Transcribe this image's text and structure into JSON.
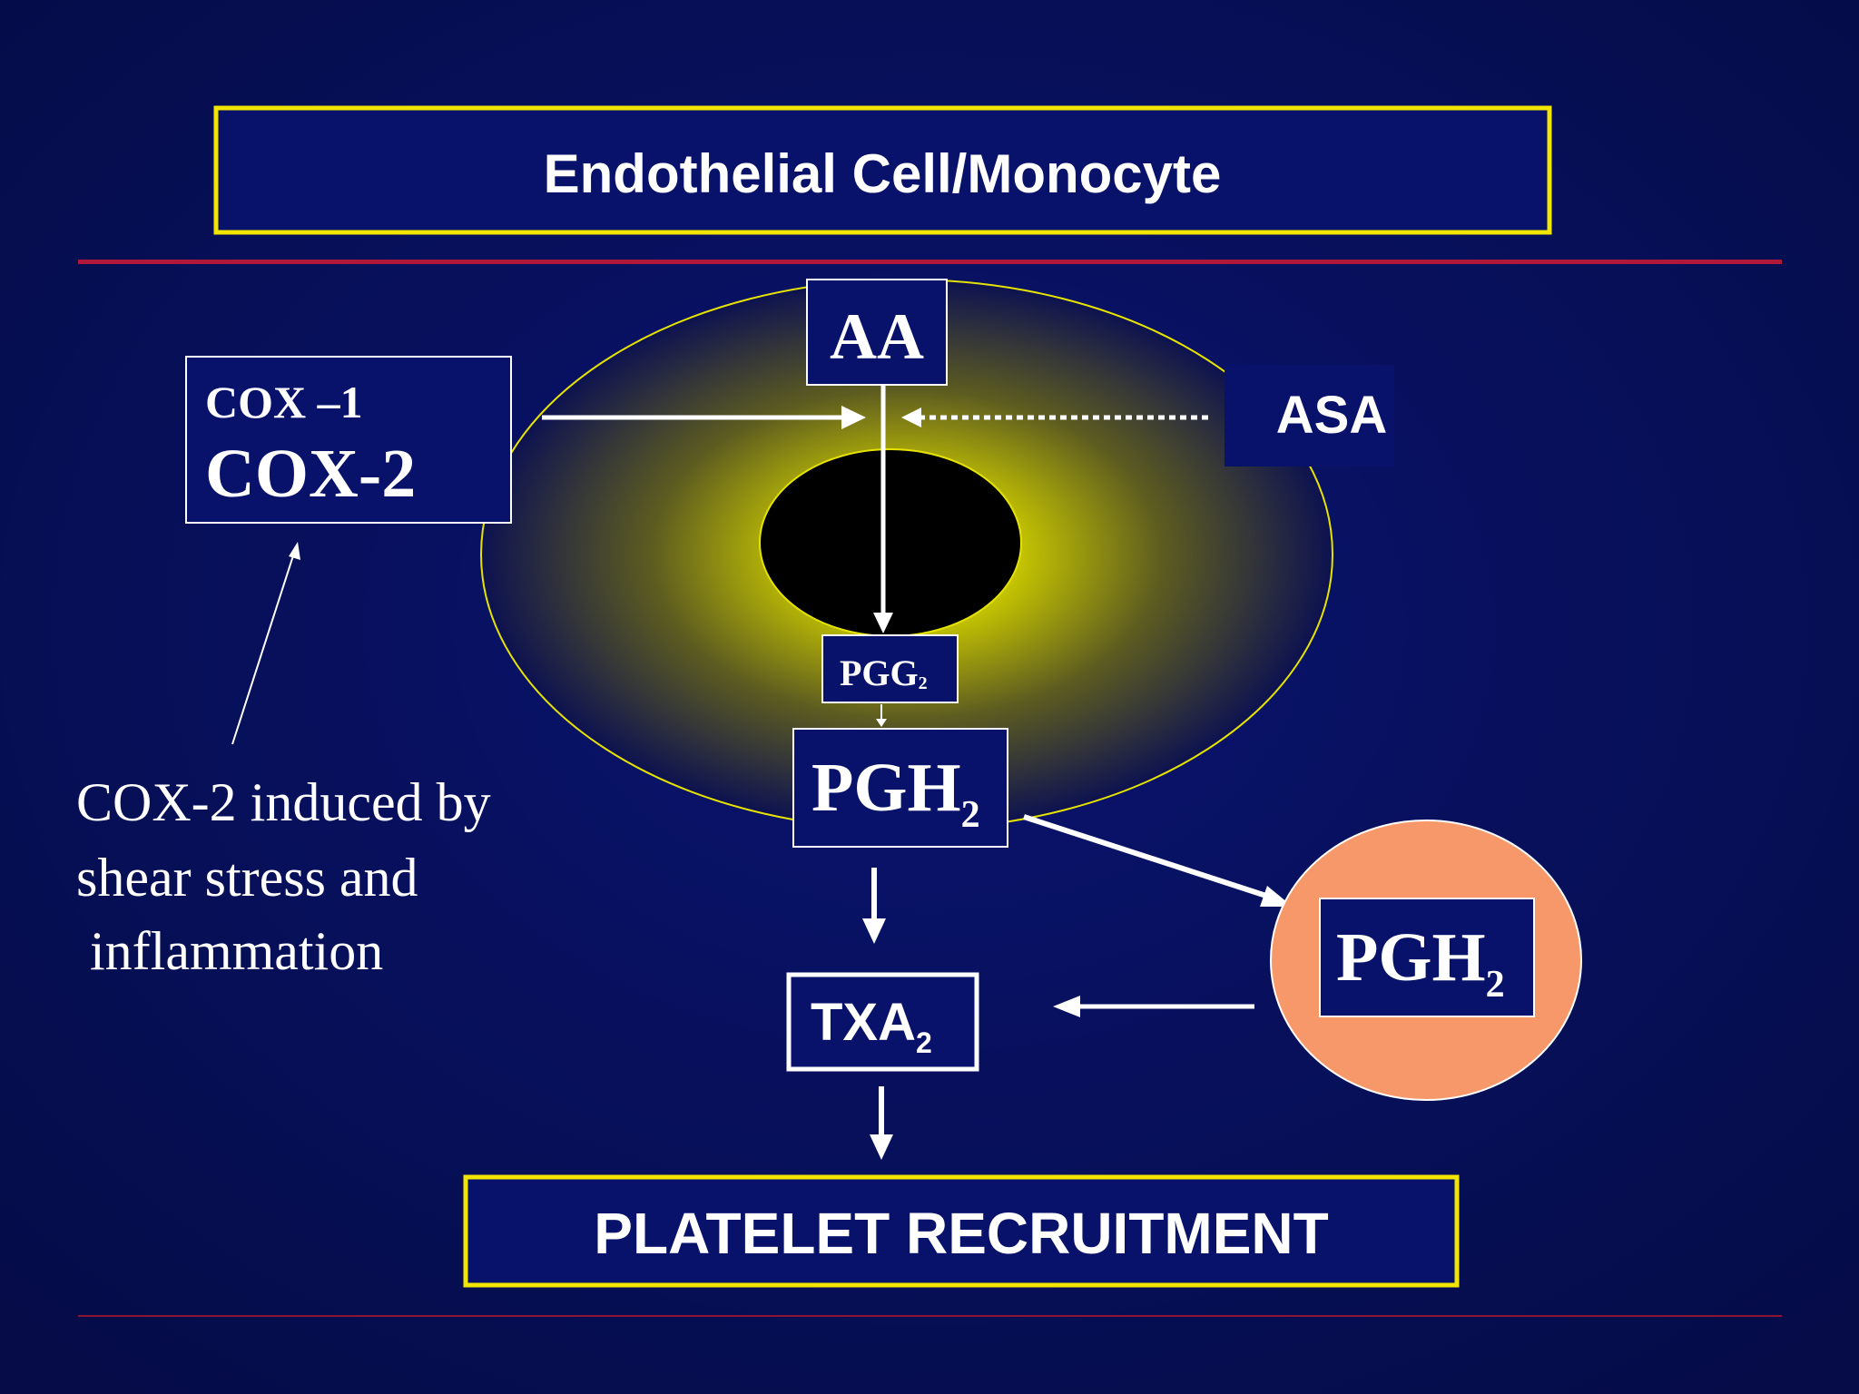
{
  "colors": {
    "background": "#07105a",
    "box_fill": "#08126a",
    "title_border": "#f2e600",
    "red_rule": "#b0183a",
    "cell_glow": "#f0f000",
    "cell_outline": "#e6e300",
    "nucleus": "#000000",
    "platelet": "#f7986a",
    "text": "#ffffff"
  },
  "title": "Endothelial Cell/Monocyte",
  "footer": "PLATELET RECRUITMENT",
  "enzymes": {
    "cox1": "COX –1",
    "cox2": "COX-2"
  },
  "inhibitor": "ASA",
  "substrate": "AA",
  "intermediates": {
    "pgg2_main": "PGG",
    "pgg2_sub": "2",
    "pgh2_main": "PGH",
    "pgh2_sub": "2"
  },
  "platelet": {
    "pgh2_main": "PGH",
    "pgh2_sub": "2"
  },
  "product": {
    "main": "TXA",
    "sub": "2"
  },
  "note": {
    "line1": "COX-2 induced by",
    "line2": "shear stress and",
    "line3": " inflammation"
  }
}
